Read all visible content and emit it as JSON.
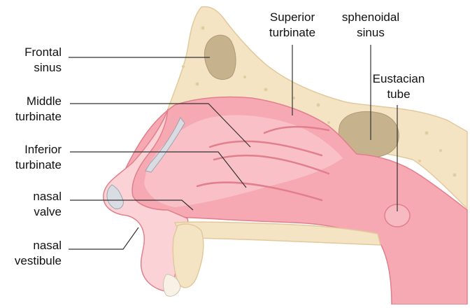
{
  "labels": {
    "frontal_sinus": [
      "Frontal",
      "sinus"
    ],
    "middle_turbinate": [
      "Middle",
      "turbinate"
    ],
    "inferior_turbinate": [
      "Inferior",
      "turbinate"
    ],
    "nasal_valve": [
      "nasal",
      "valve"
    ],
    "nasal_vestibule": [
      "nasal",
      "vestibule"
    ],
    "superior_turbinate": [
      "Superior",
      "turbinate"
    ],
    "sphenoidal_sinus": [
      "sphenoidal",
      "sinus"
    ],
    "eustacian_tube": [
      "Eustacian",
      "tube"
    ]
  },
  "colors": {
    "bone": "#f4e4c4",
    "bone_dots": "#e3cca0",
    "sinus_fill": "#c7b28e",
    "tissue": "#f6a9b3",
    "mucosa": "#f9c3c9",
    "skin": "#fbd3d6",
    "outline": "#e27f8c",
    "cartilage": "#d9dde3",
    "leader": "#333333"
  }
}
